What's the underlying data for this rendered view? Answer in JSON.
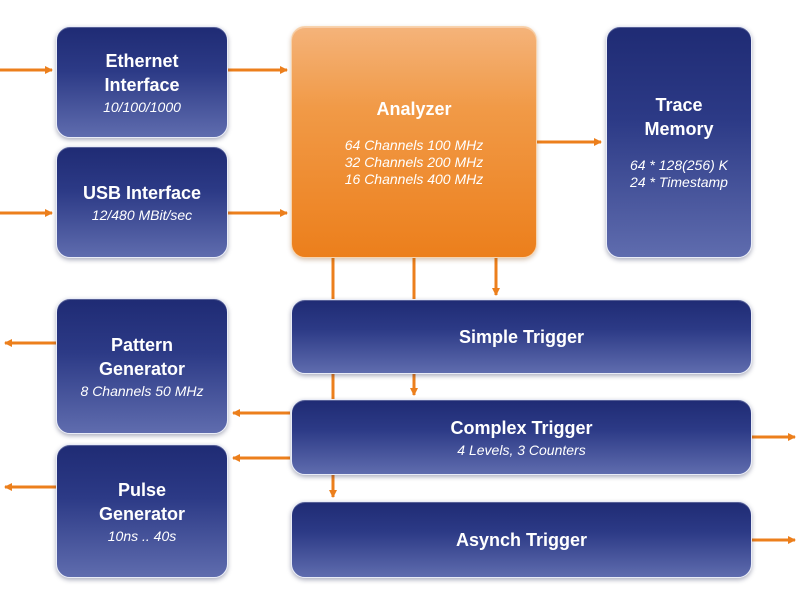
{
  "colors": {
    "arrow": "#ec7f1c",
    "box_blue_top": "#1f2b74",
    "box_blue_bottom": "#5f6cae",
    "box_orange": "#ec7f1c",
    "box_border": "#e9ecf7"
  },
  "blocks": {
    "ethernet": {
      "title": "Ethernet\nInterface",
      "sub": "10/100/1000"
    },
    "usb": {
      "title": "USB Interface",
      "sub": "12/480 MBit/sec"
    },
    "analyzer": {
      "title": "Analyzer",
      "sub": "64 Channels 100 MHz\n32 Channels 200 MHz\n16 Channels 400 MHz"
    },
    "trace": {
      "title": "Trace\nMemory",
      "sub": "64 * 128(256) K\n24 * Timestamp"
    },
    "pattern": {
      "title": "Pattern\nGenerator",
      "sub": "8 Channels 50 MHz"
    },
    "pulse": {
      "title": "Pulse\nGenerator",
      "sub": "10ns .. 40s"
    },
    "simple": {
      "title": "Simple Trigger"
    },
    "complex": {
      "title": "Complex Trigger",
      "sub": "4 Levels, 3 Counters"
    },
    "asynch": {
      "title": "Asynch Trigger"
    }
  }
}
